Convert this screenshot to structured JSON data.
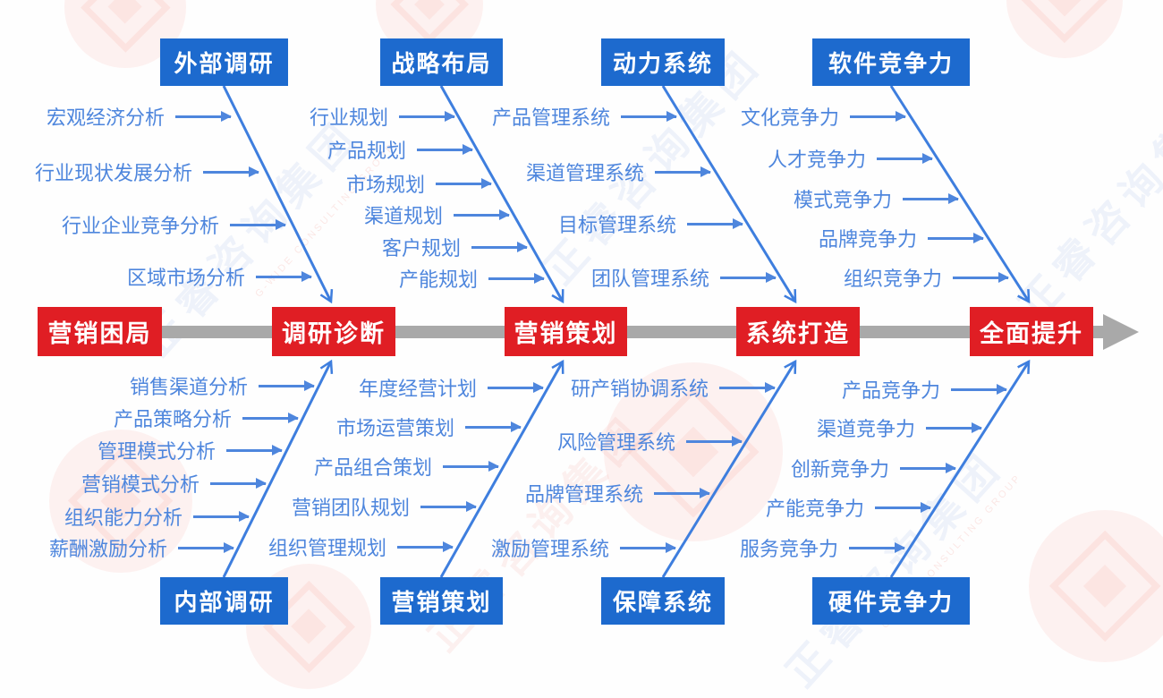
{
  "diagram": {
    "stages": [
      "营销困局",
      "调研诊断",
      "营销策划",
      "系统打造",
      "全面提升"
    ],
    "top_groups": [
      {
        "box": "外部调研",
        "items": [
          "宏观经济分析",
          "行业现状发展分析",
          "行业企业竞争分析",
          "区域市场分析"
        ]
      },
      {
        "box": "战略布局",
        "items": [
          "行业规划",
          "产品规划",
          "市场规划",
          "渠道规划",
          "客户规划",
          "产能规划"
        ]
      },
      {
        "box": "动力系统",
        "items": [
          "产品管理系统",
          "渠道管理系统",
          "目标管理系统",
          "团队管理系统"
        ]
      },
      {
        "box": "软件竞争力",
        "items": [
          "文化竞争力",
          "人才竞争力",
          "模式竞争力",
          "品牌竞争力",
          "组织竞争力"
        ]
      }
    ],
    "bottom_groups": [
      {
        "box": "内部调研",
        "items": [
          "销售渠道分析",
          "产品策略分析",
          "管理模式分析",
          "营销模式分析",
          "组织能力分析",
          "薪酬激励分析"
        ]
      },
      {
        "box": "营销策划",
        "items": [
          "年度经营计划",
          "市场运营策划",
          "产品组合策划",
          "营销团队规划",
          "组织管理规划"
        ]
      },
      {
        "box": "保障系统",
        "items": [
          "研产销协调系统",
          "风险管理系统",
          "品牌管理系统",
          "激励管理系统"
        ]
      },
      {
        "box": "硬件竞争力",
        "items": [
          "产品竞争力",
          "渠道竞争力",
          "创新竞争力",
          "产能竞争力",
          "服务竞争力"
        ]
      }
    ],
    "watermark": {
      "text": "正睿咨询集团",
      "subtext": "G-WIDE CONSULTING GROUP"
    },
    "colors": {
      "stage_red": "#e01e24",
      "box_blue": "#1d6ace",
      "item_blue": "#4e86dd",
      "line_blue": "#3e7ede",
      "spine_gray": "#a9a9a9"
    }
  }
}
